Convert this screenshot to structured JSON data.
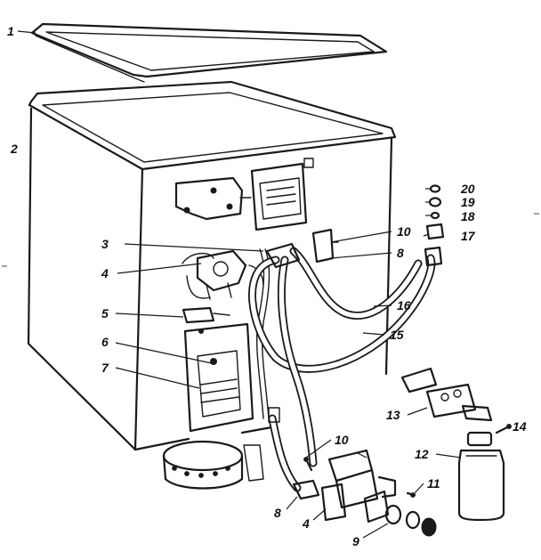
{
  "callouts": [
    {
      "id": "c1",
      "label": "1"
    },
    {
      "id": "c2",
      "label": "2"
    },
    {
      "id": "c3",
      "label": "3"
    },
    {
      "id": "c4a",
      "label": "4"
    },
    {
      "id": "c5",
      "label": "5"
    },
    {
      "id": "c6",
      "label": "6"
    },
    {
      "id": "c7",
      "label": "7"
    },
    {
      "id": "c20",
      "label": "20"
    },
    {
      "id": "c19",
      "label": "19"
    },
    {
      "id": "c18",
      "label": "18"
    },
    {
      "id": "c17",
      "label": "17"
    },
    {
      "id": "c10a",
      "label": "10"
    },
    {
      "id": "c8a",
      "label": "8"
    },
    {
      "id": "c16",
      "label": "16"
    },
    {
      "id": "c15",
      "label": "15"
    },
    {
      "id": "c13",
      "label": "13"
    },
    {
      "id": "c14",
      "label": "14"
    },
    {
      "id": "c12",
      "label": "12"
    },
    {
      "id": "c10b",
      "label": "10"
    },
    {
      "id": "c11",
      "label": "11"
    },
    {
      "id": "c8b",
      "label": "8"
    },
    {
      "id": "c4b",
      "label": "4"
    },
    {
      "id": "c9",
      "label": "9"
    }
  ]
}
